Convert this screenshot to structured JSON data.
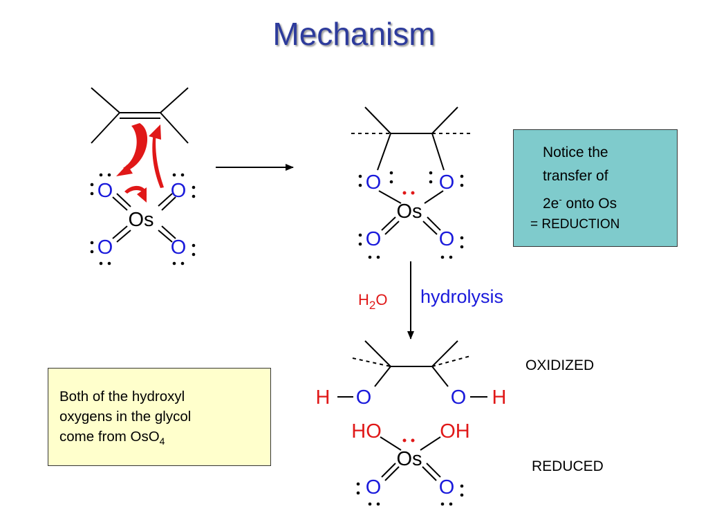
{
  "slide": {
    "title": "Mechanism",
    "colors": {
      "title": "#2d3b9c",
      "oxygen": "#1a1adb",
      "red": "#e01818",
      "note_box": "#7fcbcc",
      "text_box": "#ffffcc"
    }
  },
  "note": {
    "line1": "Notice the",
    "line2": "transfer of",
    "line3_a": "2e",
    "line3_sup": "-",
    "line3_b": " onto Os",
    "line4": "=  REDUCTION"
  },
  "textbox": {
    "line1": "Both of the hydroxyl",
    "line2": "oxygens in the glycol",
    "line3": "come from OsO",
    "line3_sub": "4"
  },
  "labels": {
    "oxidized": "OXIDIZED",
    "reduced": "REDUCED",
    "hydrolysis": "hydrolysis",
    "h2o_h": "H",
    "h2o_sub": "2",
    "h2o_o": "O"
  },
  "atoms": {
    "O": "O",
    "Os": "Os",
    "H": "H",
    "HO": "HO",
    "OH": "OH"
  }
}
